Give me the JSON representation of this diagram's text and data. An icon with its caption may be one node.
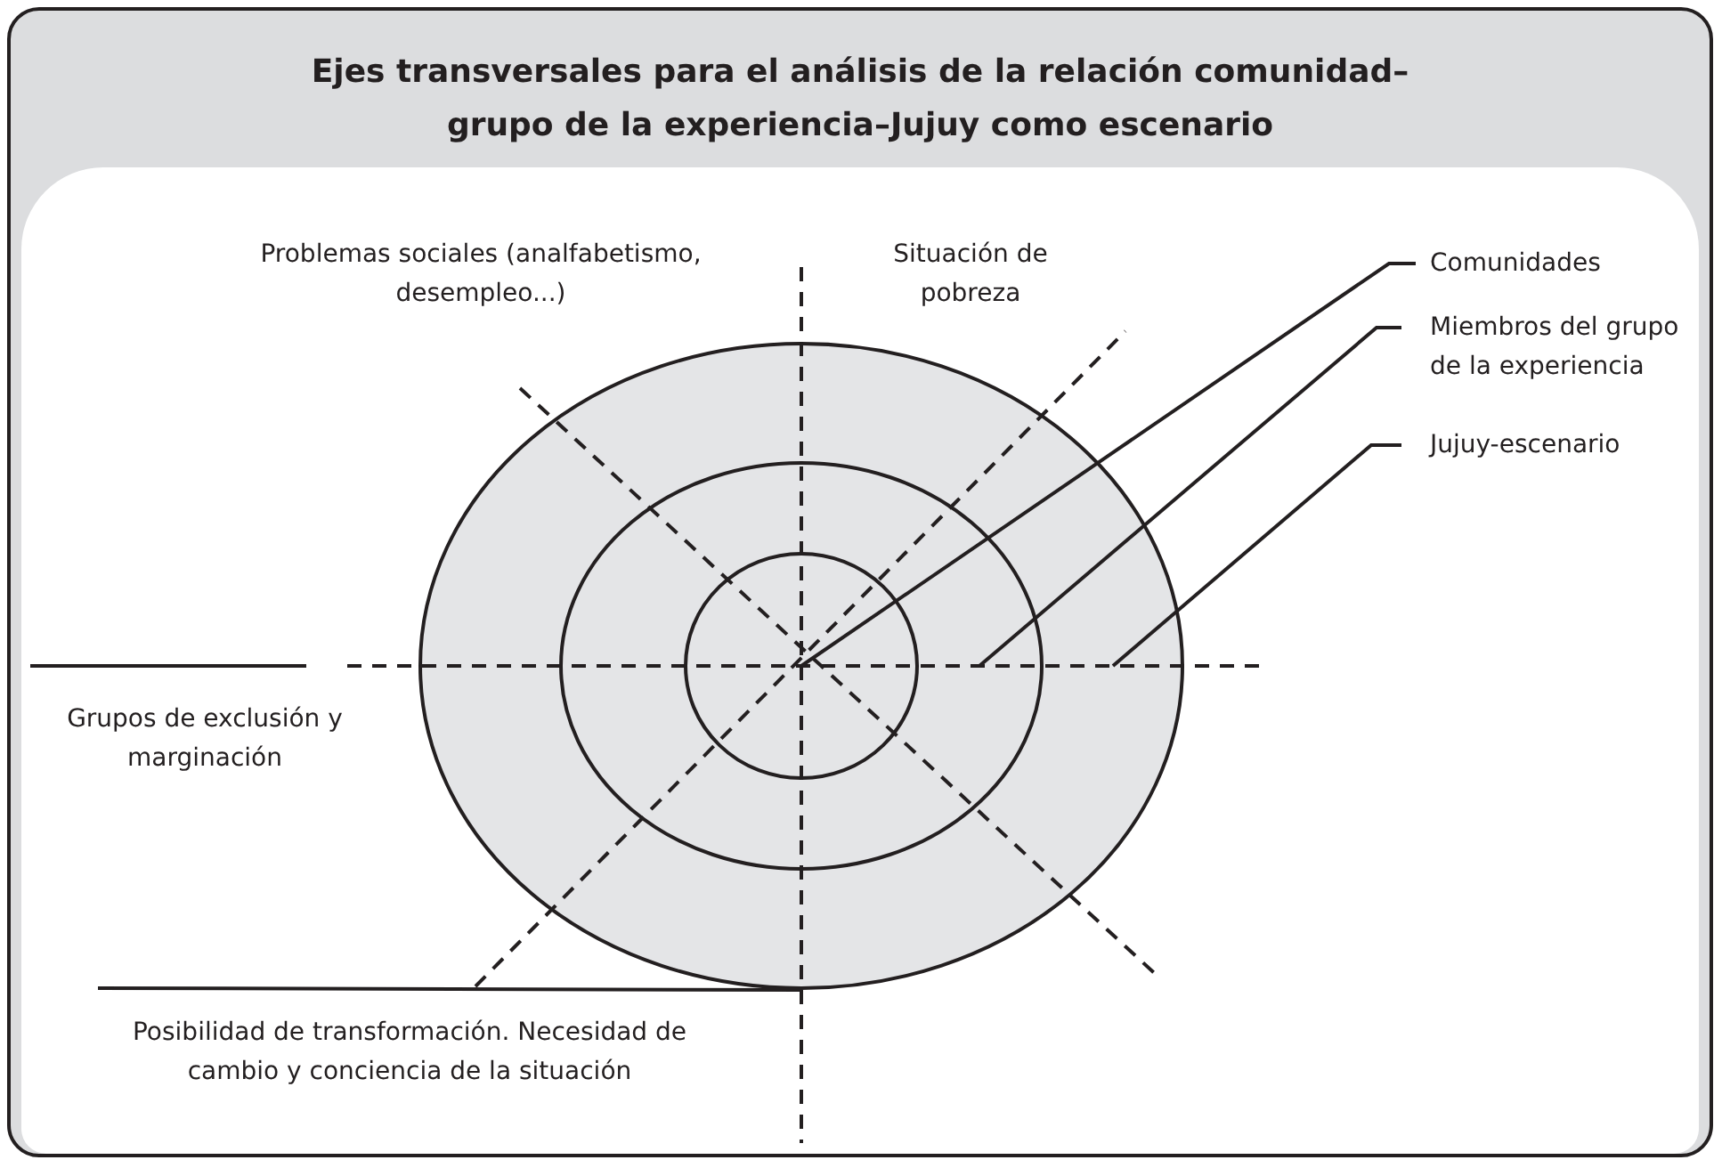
{
  "diagram": {
    "title": "Ejes transversales para el análisis de la relación comunidad–grupo de la experiencia–Jujuy como escenario",
    "nodes": [
      {
        "text": [
          "Comunidades"
        ]
      },
      {
        "text": [
          "Miembros del grupo de la experiencia"
        ]
      },
      {
        "text": [
          "Jujuy-escenario"
        ]
      },
      {
        "text": [],
        "shape": "circle"
      },
      {
        "text": [],
        "shape": "circle",
        "in": 3
      },
      {
        "text": [],
        "shape": "circle",
        "in": 4
      },
      {
        "text": [
          "Posibilidad de transformación. Necesidad de cambio y conciencia de la situación"
        ]
      }
    ],
    "edges": [
      {
        "from": 0,
        "to": 5,
        "arrow": "none"
      },
      {
        "from": 1,
        "to": 4,
        "arrow": "none"
      },
      {
        "from": 2,
        "to": 3,
        "arrow": "none"
      },
      {
        "from": 6,
        "to": 3,
        "arrow": "none"
      }
    ],
    "labels": [
      "Problemas sociales (analfabetismo, desempleo...)",
      "Situación de pobreza",
      "Grupos de exclusión y marginación"
    ]
  }
}
